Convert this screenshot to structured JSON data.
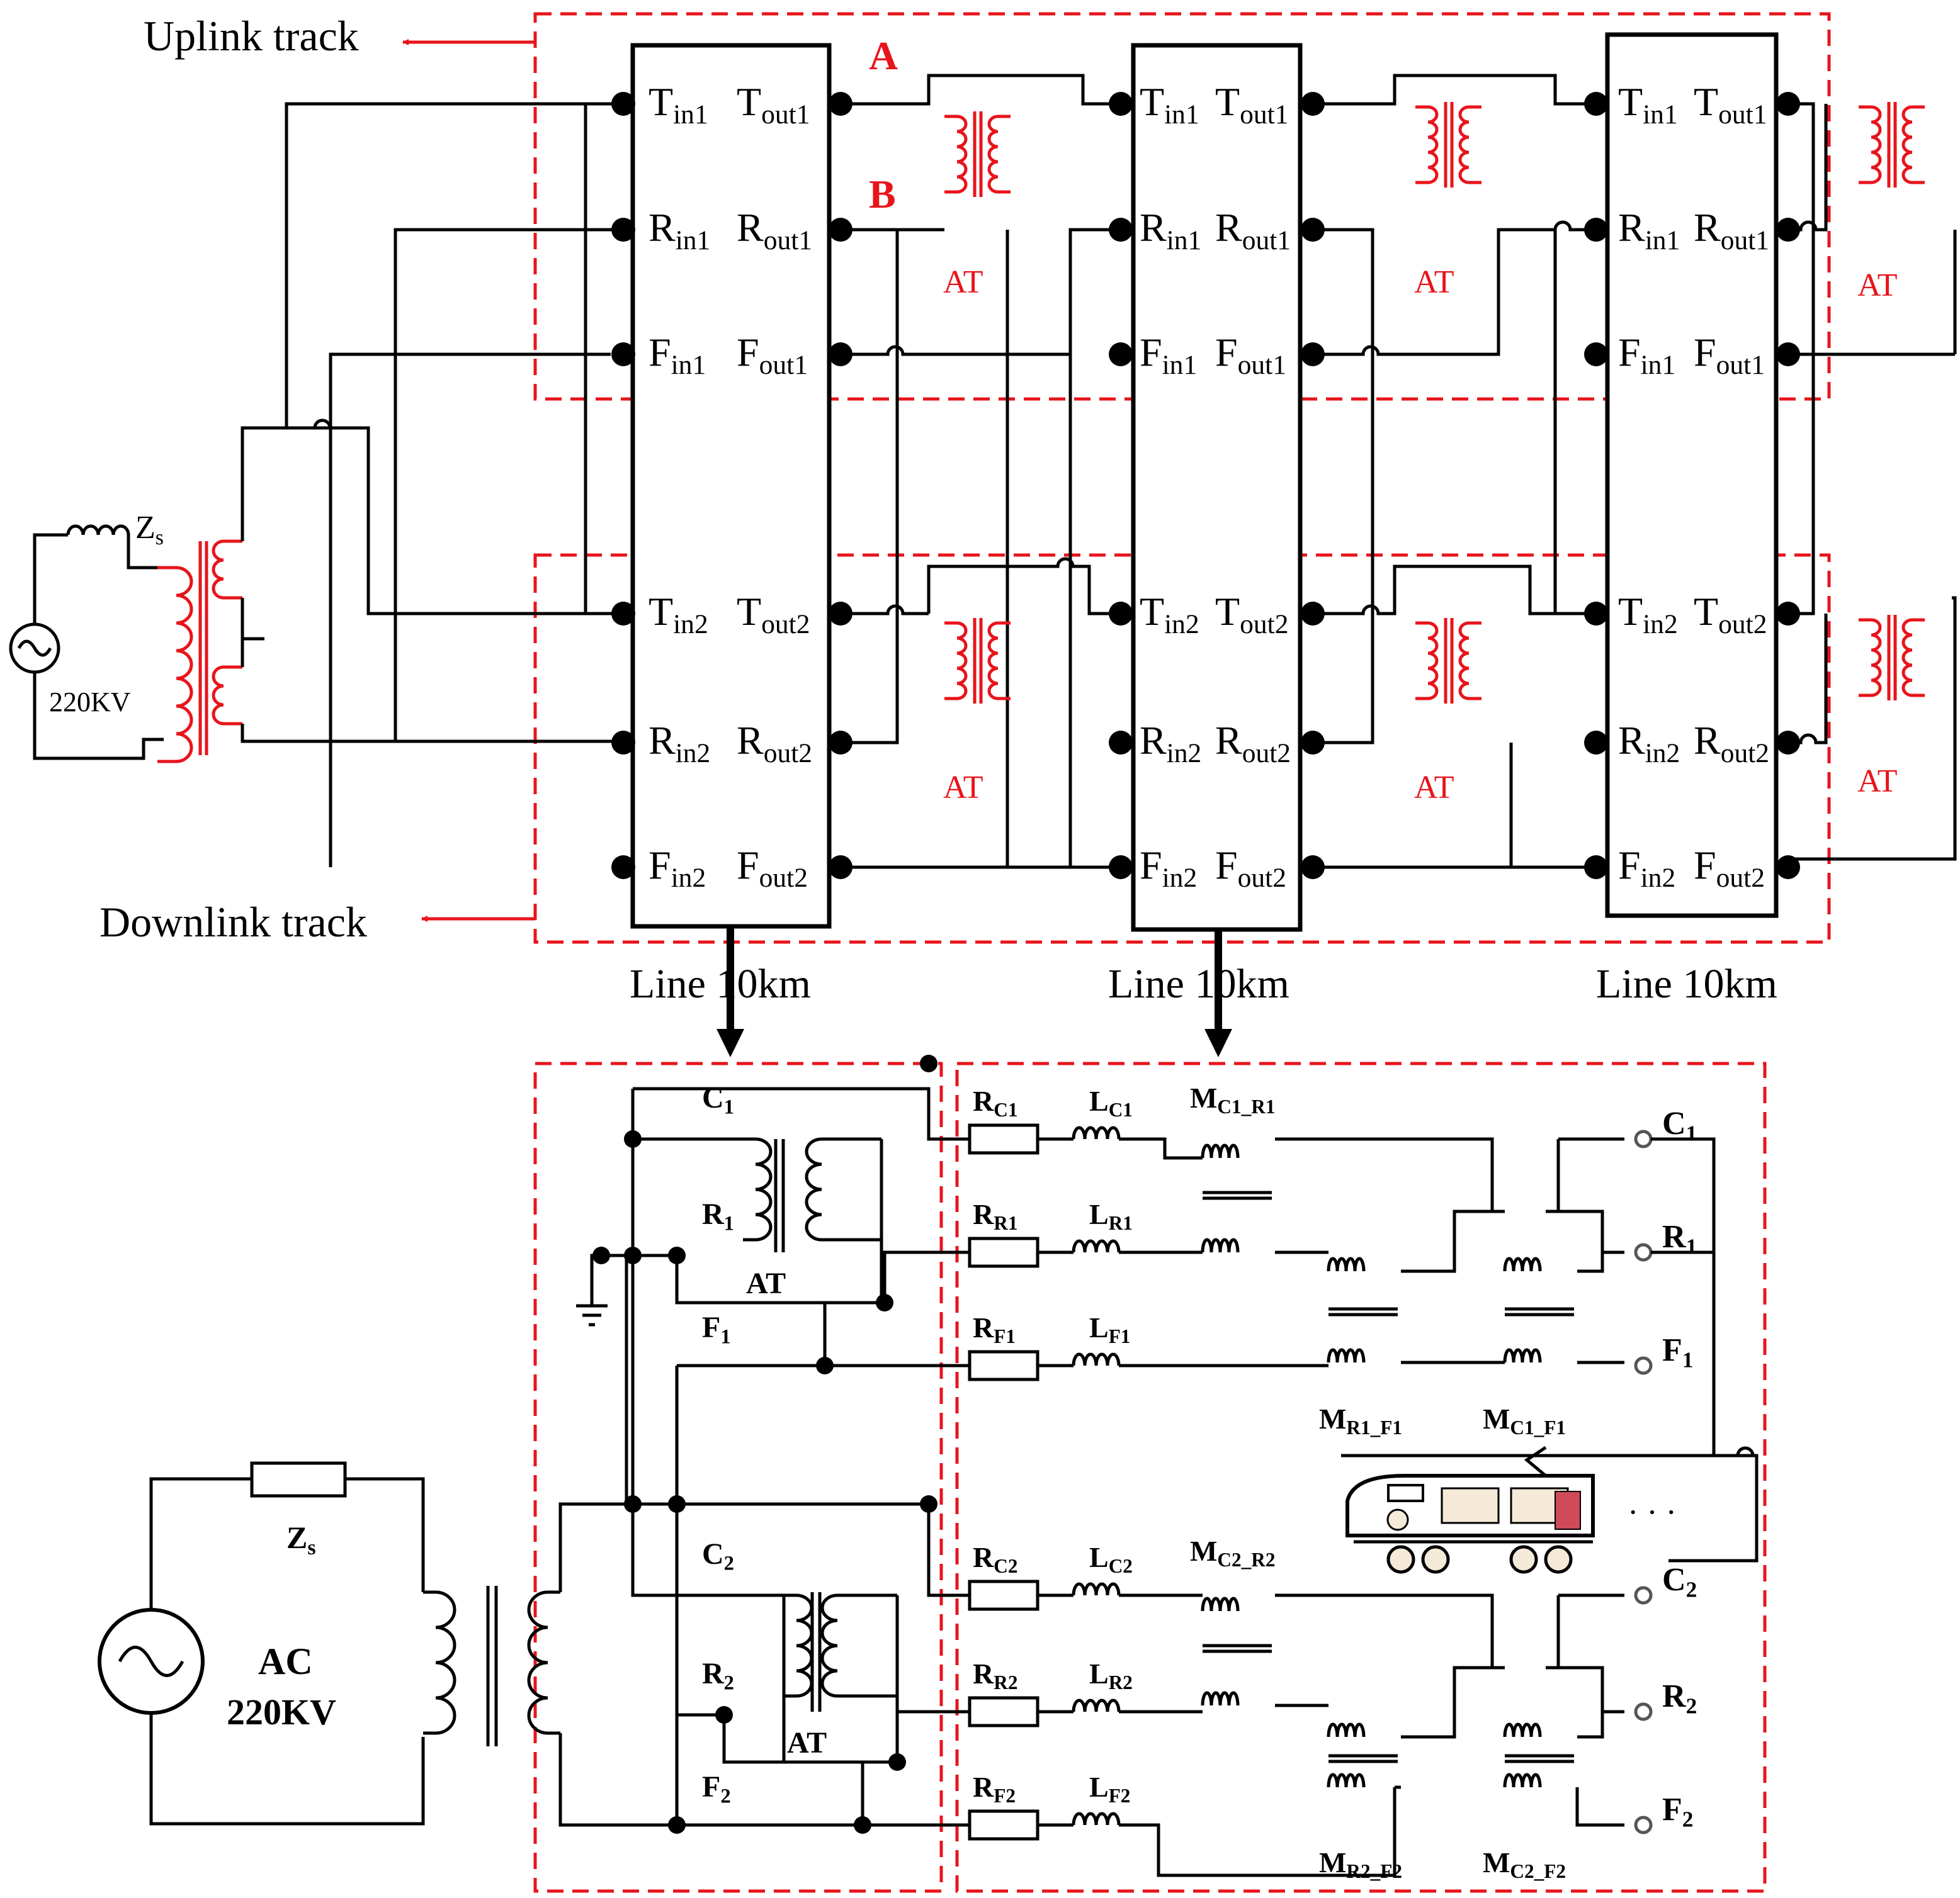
{
  "labels": {
    "uplink": "Uplink track",
    "downlink": "Downlink track",
    "point_a": "A",
    "point_b": "B",
    "at": "AT",
    "zs": "Z",
    "zs_sub": "s",
    "source_kv": "220KV",
    "line_length": "Line 10km",
    "ac": "AC",
    "ellipsis": "· · ·"
  },
  "terminals": {
    "main": [
      "T",
      "R",
      "F"
    ],
    "in": "in",
    "out": "out",
    "up": "1",
    "down": "2"
  },
  "detail": {
    "conductors": [
      "C",
      "R",
      "F"
    ],
    "resistor_prefix": "R",
    "inductor_prefix": "L",
    "mutual_prefix": "M"
  },
  "colors": {
    "accent": "#e8141b",
    "wire": "#000000"
  }
}
